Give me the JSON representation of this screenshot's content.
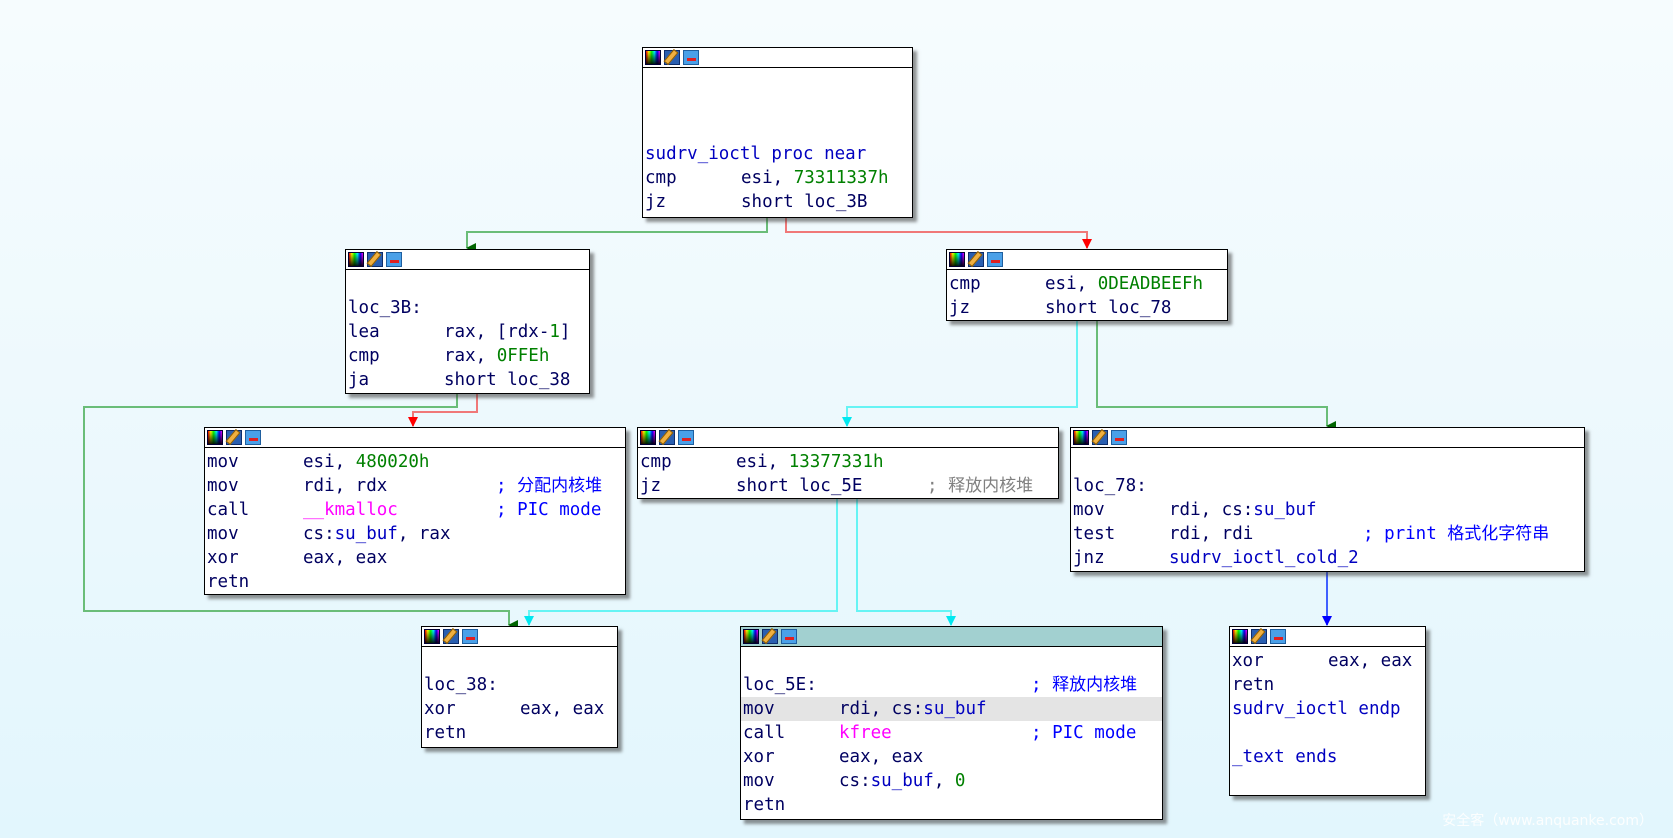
{
  "graph": {
    "function_name": "sudrv_ioctl",
    "colors": {
      "edge_true": "#008000",
      "edge_false": "#ff0000",
      "edge_uncond_cyan": "#55f0f0",
      "edge_uncond_blue": "#0000ff",
      "number": "#008000",
      "comment": "#0000ff",
      "repeat_comment": "#808080",
      "import": "#ff00ff",
      "selected_header": "#a2d0d0"
    },
    "nodes": {
      "entry": {
        "proc_line": "sudrv_ioctl proc near",
        "l1_mn": "cmp",
        "l1_op": "esi, ",
        "l1_num": "73311337h",
        "l2_mn": "jz",
        "l2_op": "short loc_3B"
      },
      "loc_3B": {
        "label": "loc_3B:",
        "l1_mn": "lea",
        "l1_op": "rax, [rdx-",
        "l1_num": "1",
        "l1_tail": "]",
        "l2_mn": "cmp",
        "l2_op": "rax, ",
        "l2_num": "0FFEh",
        "l3_mn": "ja",
        "l3_op": "short loc_38"
      },
      "deadbeef": {
        "l1_mn": "cmp",
        "l1_op": "esi, ",
        "l1_num": "0DEADBEEFh",
        "l2_mn": "jz",
        "l2_op": "short loc_78"
      },
      "kmalloc": {
        "l1_mn": "mov",
        "l1_op": "esi, ",
        "l1_num": "480020h",
        "l2_mn": "mov",
        "l2_op": "rdi, rdx",
        "l2_cmt_prefix": "; ",
        "l2_cmt": "分配内核堆",
        "l3_mn": "call",
        "l3_func": "__kmalloc",
        "l3_cmt": "; PIC mode",
        "l4_mn": "mov",
        "l4_op": "cs:",
        "l4_name": "su_buf",
        "l4_tail": ", rax",
        "l5_mn": "xor",
        "l5_op": "eax, eax",
        "l6_mn": "retn"
      },
      "cmp13377331": {
        "l1_mn": "cmp",
        "l1_op": "esi, ",
        "l1_num": "13377331h",
        "l2_mn": "jz",
        "l2_op": "short loc_5E",
        "l2_cmt_prefix": "; ",
        "l2_cmt": "释放内核堆"
      },
      "loc_78": {
        "label": "loc_78:",
        "l1_mn": "mov",
        "l1_op": "rdi, cs:",
        "l1_name": "su_buf",
        "l2_mn": "test",
        "l2_op": "rdi, rdi",
        "l2_cmt": "; print ",
        "l2_cmt_cjk": "格式化字符串",
        "l3_mn": "jnz",
        "l3_name": "sudrv_ioctl_cold_2"
      },
      "loc_38": {
        "label": "loc_38:",
        "l1_mn": "xor",
        "l1_op": "eax, eax",
        "l2_mn": "retn"
      },
      "loc_5E": {
        "label": "loc_5E:",
        "label_cmt_prefix": "; ",
        "label_cmt": "释放内核堆",
        "l1_mn": "mov",
        "l1_op": "rdi, cs:",
        "l1_name": "su_buf",
        "l2_mn": "call",
        "l2_func": "kfree",
        "l2_cmt": "; PIC mode",
        "l3_mn": "xor",
        "l3_op": "eax, eax",
        "l4_mn": "mov",
        "l4_op": "cs:",
        "l4_name": "su_buf",
        "l4_sep": ", ",
        "l4_num": "0",
        "l5_mn": "retn"
      },
      "end": {
        "l1_mn": "xor",
        "l1_op": "eax, eax",
        "l2_mn": "retn",
        "endp": "sudrv_ioctl endp",
        "ends": "_text ends"
      }
    },
    "edges": [
      {
        "from": "entry",
        "to": "loc_3B",
        "type": "true"
      },
      {
        "from": "entry",
        "to": "deadbeef",
        "type": "false"
      },
      {
        "from": "loc_3B",
        "to": "loc_38",
        "type": "true"
      },
      {
        "from": "loc_3B",
        "to": "kmalloc",
        "type": "false"
      },
      {
        "from": "deadbeef",
        "to": "cmp13377331",
        "type": "false-cyan"
      },
      {
        "from": "deadbeef",
        "to": "loc_78",
        "type": "true"
      },
      {
        "from": "cmp13377331",
        "to": "loc_38",
        "type": "cyan"
      },
      {
        "from": "cmp13377331",
        "to": "loc_5E",
        "type": "cyan"
      },
      {
        "from": "loc_78",
        "to": "end",
        "type": "blue"
      }
    ]
  },
  "watermark": "安全客（www.anquanke.com）"
}
